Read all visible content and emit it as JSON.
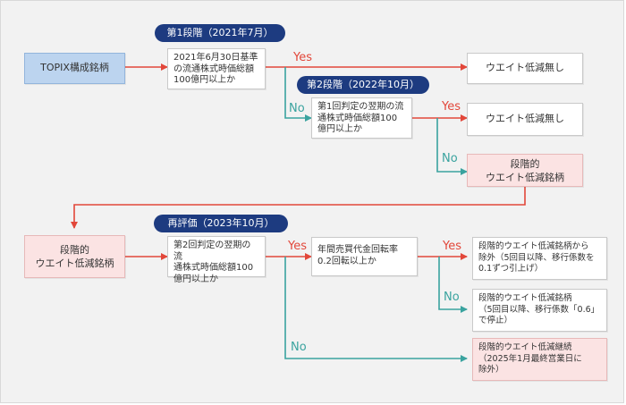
{
  "stages": {
    "stage1": "第1段階（2021年7月）",
    "stage2": "第2段階（2022年10月）",
    "reeval": "再評価（2023年10月）"
  },
  "nodes": {
    "topix": "TOPIX構成銘柄",
    "q1": [
      "2021年6月30日基準",
      "の流通株式時価総額",
      "100億円以上か"
    ],
    "r1": "ウエイト低減無し",
    "q2": [
      "第1回判定の翌期の流",
      "通株式時価総額100",
      "億円以上か"
    ],
    "r2": "ウエイト低減無し",
    "r3": [
      "段階的",
      "ウエイト低減銘柄"
    ],
    "start2": [
      "段階的",
      "ウエイト低減銘柄"
    ],
    "q3": [
      "第2回判定の翌期の流",
      "通株式時価総額100",
      "億円以上か"
    ],
    "q4": [
      "年間売買代金回転率",
      "0.2回転以上か"
    ],
    "r4": [
      "段階的ウエイト低減銘柄から",
      "除外（5回目以降、移行係数を",
      "0.1ずつ引上げ）"
    ],
    "r5": [
      "段階的ウエイト低減銘柄",
      "（5回目以降、移行係数「0.6」",
      "で停止）"
    ],
    "r6": [
      "段階的ウエイト低減継続",
      "（2025年1月最終営業日に",
      "除外）"
    ]
  },
  "labels": {
    "yes": "Yes",
    "no": "No"
  },
  "colors": {
    "yes_line": "#e2473a",
    "no_line": "#3aa39f",
    "pill_bg": "#1d3b80",
    "start_bg": "#bcd4ef",
    "pink_bg": "#fbe3e3"
  }
}
